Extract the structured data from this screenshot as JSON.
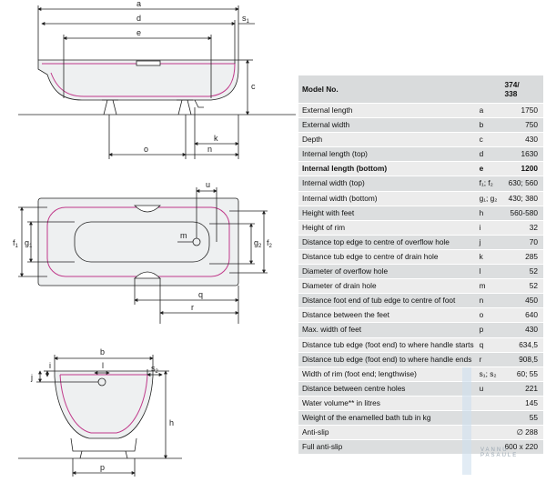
{
  "drawing_labels": {
    "a": "a",
    "d": "d",
    "s1": "s",
    "s1_sub": "1",
    "e": "e",
    "c": "c",
    "k": "k",
    "o": "o",
    "n": "n",
    "u": "u",
    "f1": "f",
    "f1_sub": "1",
    "g1": "g",
    "g1_sub": "1",
    "m": "m",
    "g2": "g",
    "g2_sub": "2",
    "f2": "f",
    "f2_sub": "2",
    "q": "q",
    "r": "r",
    "b": "b",
    "s2": "s",
    "s2_sub": "2",
    "i": "i",
    "l": "l",
    "j": "j",
    "h": "h",
    "p": "p"
  },
  "table": {
    "header": {
      "label": "Model No.",
      "model": "374/\n338"
    },
    "rows": [
      {
        "label": "External length",
        "symbol": "a",
        "value": "1750"
      },
      {
        "label": "External width",
        "symbol": "b",
        "value": "750"
      },
      {
        "label": "Depth",
        "symbol": "c",
        "value": "430"
      },
      {
        "label": "Internal length (top)",
        "symbol": "d",
        "value": "1630"
      },
      {
        "label": "Internal length (bottom)",
        "symbol": "e",
        "value": "1200"
      },
      {
        "label": "Internal width (top)",
        "symbol": "f₁; f₂",
        "value": "630; 560"
      },
      {
        "label": "Internal width (bottom)",
        "symbol": "g₁; g₂",
        "value": "430; 380"
      },
      {
        "label": "Height with feet",
        "symbol": "h",
        "value": "560-580"
      },
      {
        "label": "Height of rim",
        "symbol": "i",
        "value": "32"
      },
      {
        "label": "Distance top edge to centre of overflow hole",
        "symbol": "j",
        "value": "70"
      },
      {
        "label": "Distance tub edge to centre of drain hole",
        "symbol": "k",
        "value": "285"
      },
      {
        "label": "Diameter of overflow hole",
        "symbol": "l",
        "value": "52"
      },
      {
        "label": "Diameter of drain hole",
        "symbol": "m",
        "value": "52"
      },
      {
        "label": "Distance foot end of tub edge to centre of foot",
        "symbol": "n",
        "value": "450"
      },
      {
        "label": "Distance between the feet",
        "symbol": "o",
        "value": "640"
      },
      {
        "label": "Max. width of feet",
        "symbol": "p",
        "value": "430"
      },
      {
        "label": "Distance tub edge (foot end) to where handle starts",
        "symbol": "q",
        "value": "634,5"
      },
      {
        "label": "Distance tub edge (foot end) to where handle ends",
        "symbol": "r",
        "value": "908,5"
      },
      {
        "label": "Width of rim (foot end; lengthwise)",
        "symbol": "s₁; s₂",
        "value": "60; 55"
      },
      {
        "label": "Distance between centre holes",
        "symbol": "u",
        "value": "221"
      },
      {
        "label": "Water volume** in litres",
        "symbol": "",
        "value": "145"
      },
      {
        "label": "Weight of the enamelled bath tub in kg",
        "symbol": "",
        "value": "55"
      },
      {
        "label": "Anti-slip",
        "symbol": "",
        "value": "∅ 288"
      },
      {
        "label": "Full anti-slip",
        "symbol": "",
        "value": "600 x 220"
      }
    ]
  },
  "watermark": {
    "text": "VANNU PASAULE"
  }
}
